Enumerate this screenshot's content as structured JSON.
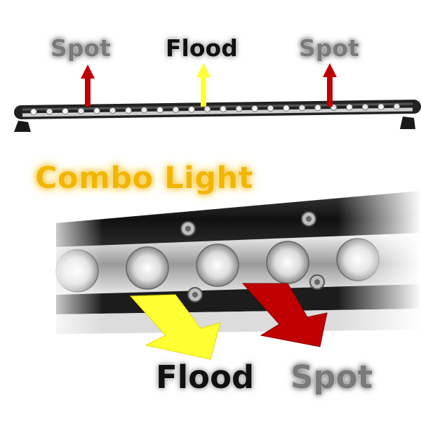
{
  "labels": {
    "top_spot_left": "Spot",
    "top_flood": "Flood",
    "top_spot_right": "Spot",
    "combo_title": "Combo Light",
    "bottom_flood": "Flood",
    "bottom_spot": "Spot"
  },
  "colors": {
    "spot": "#c00000",
    "flood": "#ffff33",
    "title": "#f2b600",
    "bar_housing": "#1a1a1a"
  },
  "icons": {
    "arrow_spot": "up-arrow-red",
    "arrow_flood": "up-arrow-yellow",
    "arrow_down_flood": "down-right-arrow-yellow",
    "arrow_down_spot": "down-right-arrow-red"
  }
}
